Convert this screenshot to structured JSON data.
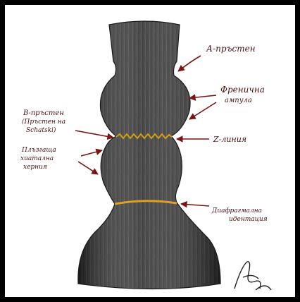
{
  "labels": {
    "a_ring": "А-пръстен",
    "phrenic_ampulla_1": "Френична",
    "phrenic_ampulla_2": "ампула",
    "b_ring_1": "В-пръстен",
    "b_ring_2": "(Пръстен на",
    "b_ring_3": "Schatski)",
    "z_line": "Z-линия",
    "hernia_1": "Плъзгаща",
    "hernia_2": "хиатална",
    "hernia_3": "херния",
    "diaphragm_1": "Диафрагмална",
    "diaphragm_2": "идентация"
  },
  "colors": {
    "frame": "#000000",
    "background": "#ffffff",
    "tissue": "#3d3d3d",
    "arrow": "#7a1414",
    "z_line": "#d4a017",
    "diaphragm_line": "#e0a020"
  }
}
